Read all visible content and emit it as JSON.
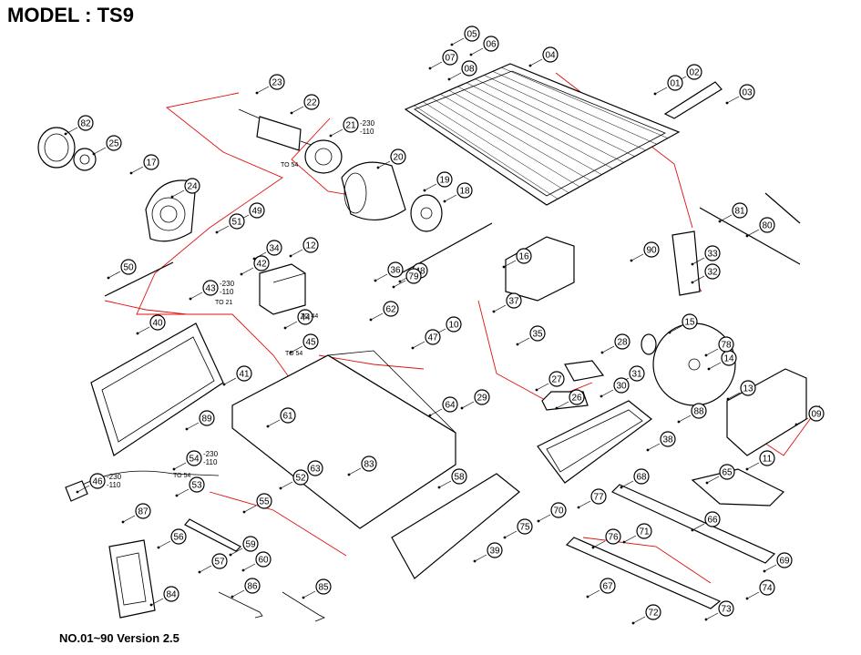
{
  "header": {
    "title": "MODEL : TS9"
  },
  "footer": {
    "version_note": "NO.01~90  Version 2.5"
  },
  "colors": {
    "ink": "#000000",
    "connector": "#e01010",
    "paper": "#ffffff"
  },
  "callouts": [
    "01",
    "02",
    "03",
    "04",
    "05",
    "06",
    "07",
    "08",
    "09",
    "10",
    "11",
    "12",
    "13",
    "14",
    "15",
    "16",
    "17",
    "18",
    "19",
    "20",
    "21",
    "22",
    "23",
    "24",
    "25",
    "26",
    "27",
    "28",
    "29",
    "30",
    "31",
    "32",
    "33",
    "34",
    "35",
    "36",
    "37",
    "38",
    "39",
    "40",
    "41",
    "42",
    "43",
    "44",
    "45",
    "46",
    "47",
    "48",
    "49",
    "50",
    "51",
    "52",
    "53",
    "54",
    "55",
    "56",
    "57",
    "58",
    "59",
    "60",
    "61",
    "62",
    "63",
    "64",
    "65",
    "66",
    "67",
    "68",
    "69",
    "70",
    "71",
    "72",
    "73",
    "74",
    "75",
    "76",
    "77",
    "78",
    "79",
    "80",
    "81",
    "82",
    "83",
    "84",
    "85",
    "86",
    "87",
    "88",
    "89",
    "90"
  ],
  "voltage_notes": {
    "n21": "-230\n-110",
    "n43": "-230\n-110",
    "n46": "-230\n-110",
    "n54": "-230\n-110"
  },
  "labels": {
    "to54_a": "TO 54",
    "to54_b": "TO 54",
    "to54_c": "TO 54",
    "to21": "TO 21",
    "to44": "TO 44"
  }
}
